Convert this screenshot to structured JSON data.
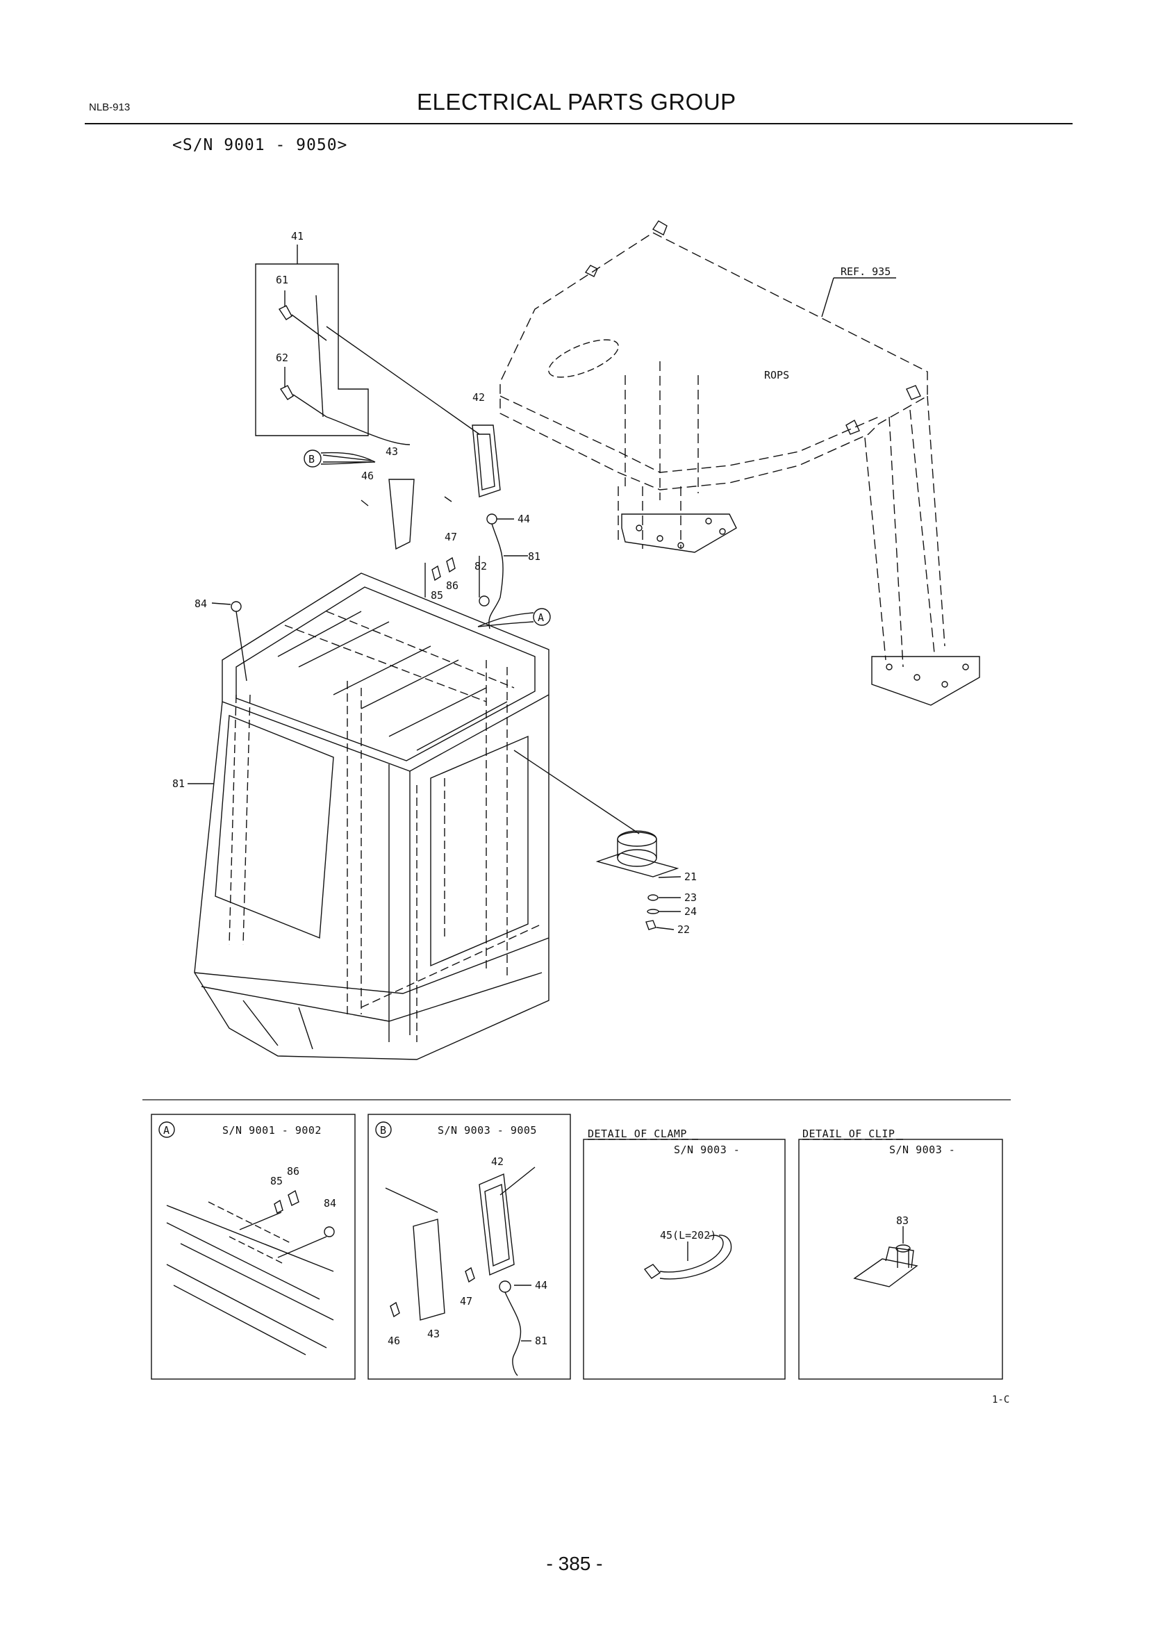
{
  "header": {
    "doc_code": "NLB-913",
    "title": "ELECTRICAL PARTS GROUP",
    "serial_range": "<S/N 9001 - 9050>"
  },
  "main_labels": {
    "p41": "41",
    "p61": "61",
    "p62": "62",
    "p42": "42",
    "p43": "43",
    "p46": "46",
    "p47": "47",
    "p44": "44",
    "p81a": "81",
    "p82": "82",
    "p86": "86",
    "p85": "85",
    "p84": "84",
    "p81b": "81",
    "p21": "21",
    "p23": "23",
    "p24": "24",
    "p22": "22",
    "ref": "REF. 935",
    "rops": "ROPS",
    "callout_a": "A",
    "callout_b": "B"
  },
  "details": {
    "a": {
      "letter": "A",
      "serial": "S/N 9001 - 9002",
      "labels": {
        "p86": "86",
        "p85": "85",
        "p84": "84"
      }
    },
    "b": {
      "letter": "B",
      "serial": "S/N 9003 - 9005",
      "labels": {
        "p42": "42",
        "p44": "44",
        "p47": "47",
        "p46": "46",
        "p43": "43",
        "p81": "81"
      }
    },
    "clamp": {
      "title": "DETAIL OF CLAMP",
      "serial": "S/N 9003 -",
      "label": "45(L=202)"
    },
    "clip": {
      "title": "DETAIL OF CLIP",
      "serial": "S/N 9003 -",
      "label": "83"
    }
  },
  "figure_code": "1-C",
  "page_number": "- 385 -"
}
